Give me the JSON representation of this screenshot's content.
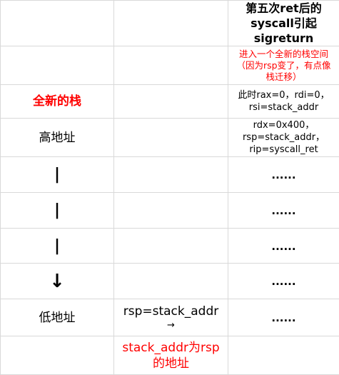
{
  "header": {
    "line1": "第五次ret后的",
    "line2": "syscall引起sigreturn"
  },
  "note": {
    "line1": "进入一个全新的栈空间",
    "line2": "（因为rsp变了，有点像",
    "line3": "栈迁移）"
  },
  "rows": {
    "new_stack_label": "全新的栈",
    "regs_a_line1": "此时rax=0，rdi=0，",
    "regs_a_line2": "rsi=stack_addr",
    "high_addr_label": "高地址",
    "regs_b_line1": "rdx=0x400，",
    "regs_b_line2": "rsp=stack_addr，",
    "regs_b_line3": "rip=syscall_ret",
    "pipe_symbol": "|",
    "ellipsis": "......",
    "down_arrow": "↓",
    "low_addr_label": "低地址",
    "rsp_line1": "rsp=stack_addr",
    "rsp_line2": "→",
    "annotation_line1": "stack_addr为rsp",
    "annotation_line2": "的地址"
  },
  "colors": {
    "accent_red": "#ff0000",
    "grid_line": "#d9d9d9"
  }
}
